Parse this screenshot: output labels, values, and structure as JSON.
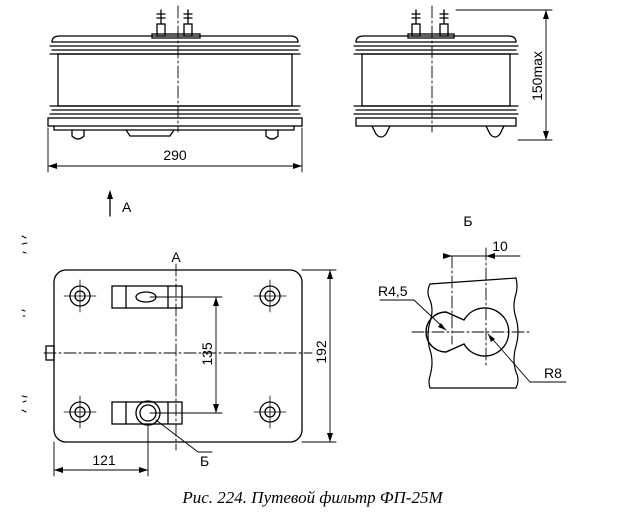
{
  "labels": {
    "width_front": "290",
    "height_side": "150max",
    "view_arrow": "А",
    "plan_title": "А",
    "plan_height": "192",
    "hole_spacing": "135",
    "plan_offset": "121",
    "detail_marker": "Б",
    "detail_title": "Б",
    "detail_dim": "10",
    "detail_r_small": "R4,5",
    "detail_r_large": "R8"
  },
  "caption": "Рис. 224. Путевой фильтр ФП-25М"
}
